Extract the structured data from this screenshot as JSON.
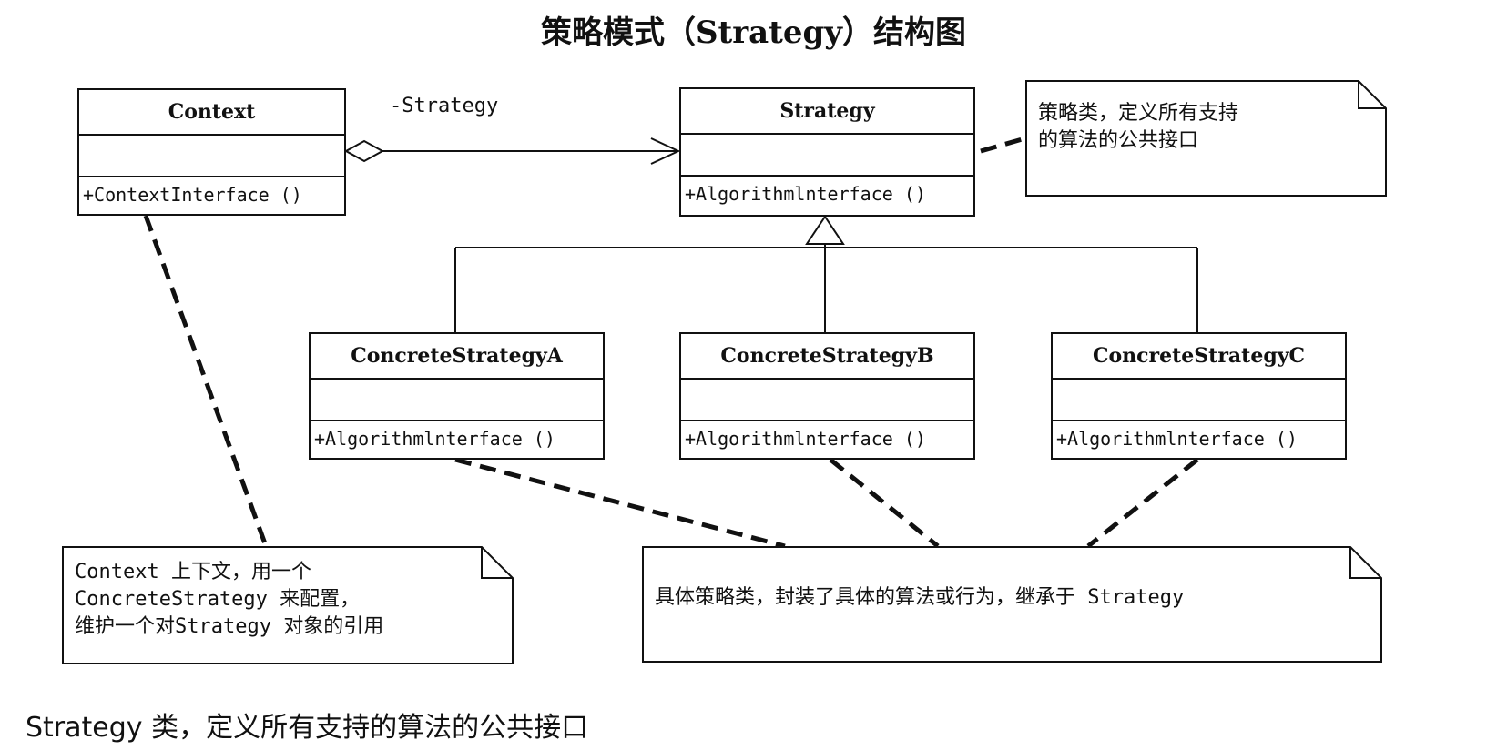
{
  "title": "策略模式（Strategy）结构图",
  "classes": {
    "context": {
      "name": "Context",
      "op": "+ContextInterface ()"
    },
    "strategy": {
      "name": "Strategy",
      "op": "+Algorithmlnterface ()"
    },
    "concrete_a": {
      "name": "ConcreteStrategyA",
      "op": "+Algorithmlnterface ()"
    },
    "concrete_b": {
      "name": "ConcreteStrategyB",
      "op": "+Algorithmlnterface ()"
    },
    "concrete_c": {
      "name": "ConcreteStrategyC",
      "op": "+Algorithmlnterface ()"
    }
  },
  "association_label": "-Strategy",
  "notes": {
    "strategy": [
      "策略类，定义所有支持",
      "的算法的公共接口"
    ],
    "context": [
      "Context 上下文，用一个",
      "ConcreteStrategy 来配置，",
      "维护一个对Strategy 对象的引用"
    ],
    "concrete": [
      "具体策略类，封装了具体的算法或行为，继承于 Strategy"
    ]
  },
  "footer": "Strategy 类，定义所有支持的算法的公共接口"
}
